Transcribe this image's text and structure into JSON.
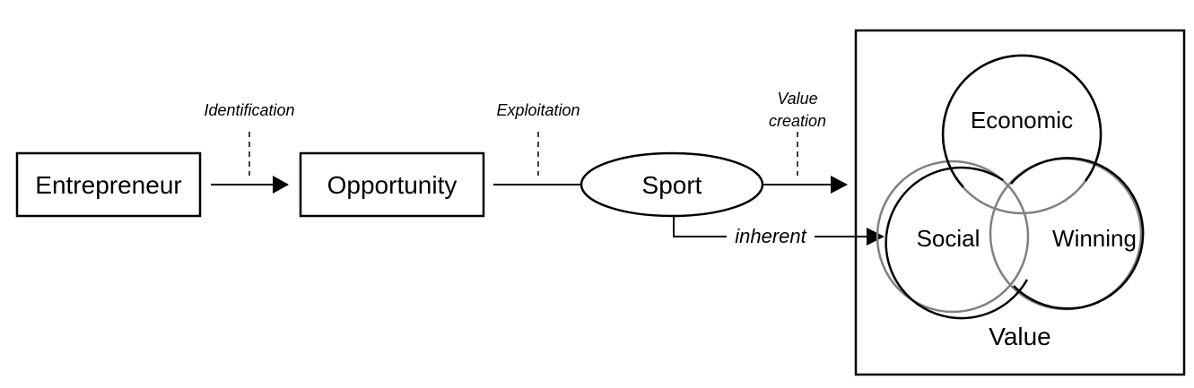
{
  "nodes": {
    "entrepreneur": "Entrepreneur",
    "opportunity": "Opportunity",
    "sport": "Sport"
  },
  "edges": {
    "identification": "Identification",
    "exploitation": "Exploitation",
    "value_creation_line1": "Value",
    "value_creation_line2": "creation",
    "inherent": "inherent"
  },
  "value_box": {
    "title": "Value",
    "circles": {
      "economic": "Economic",
      "social": "Social",
      "winning": "Winning"
    }
  }
}
